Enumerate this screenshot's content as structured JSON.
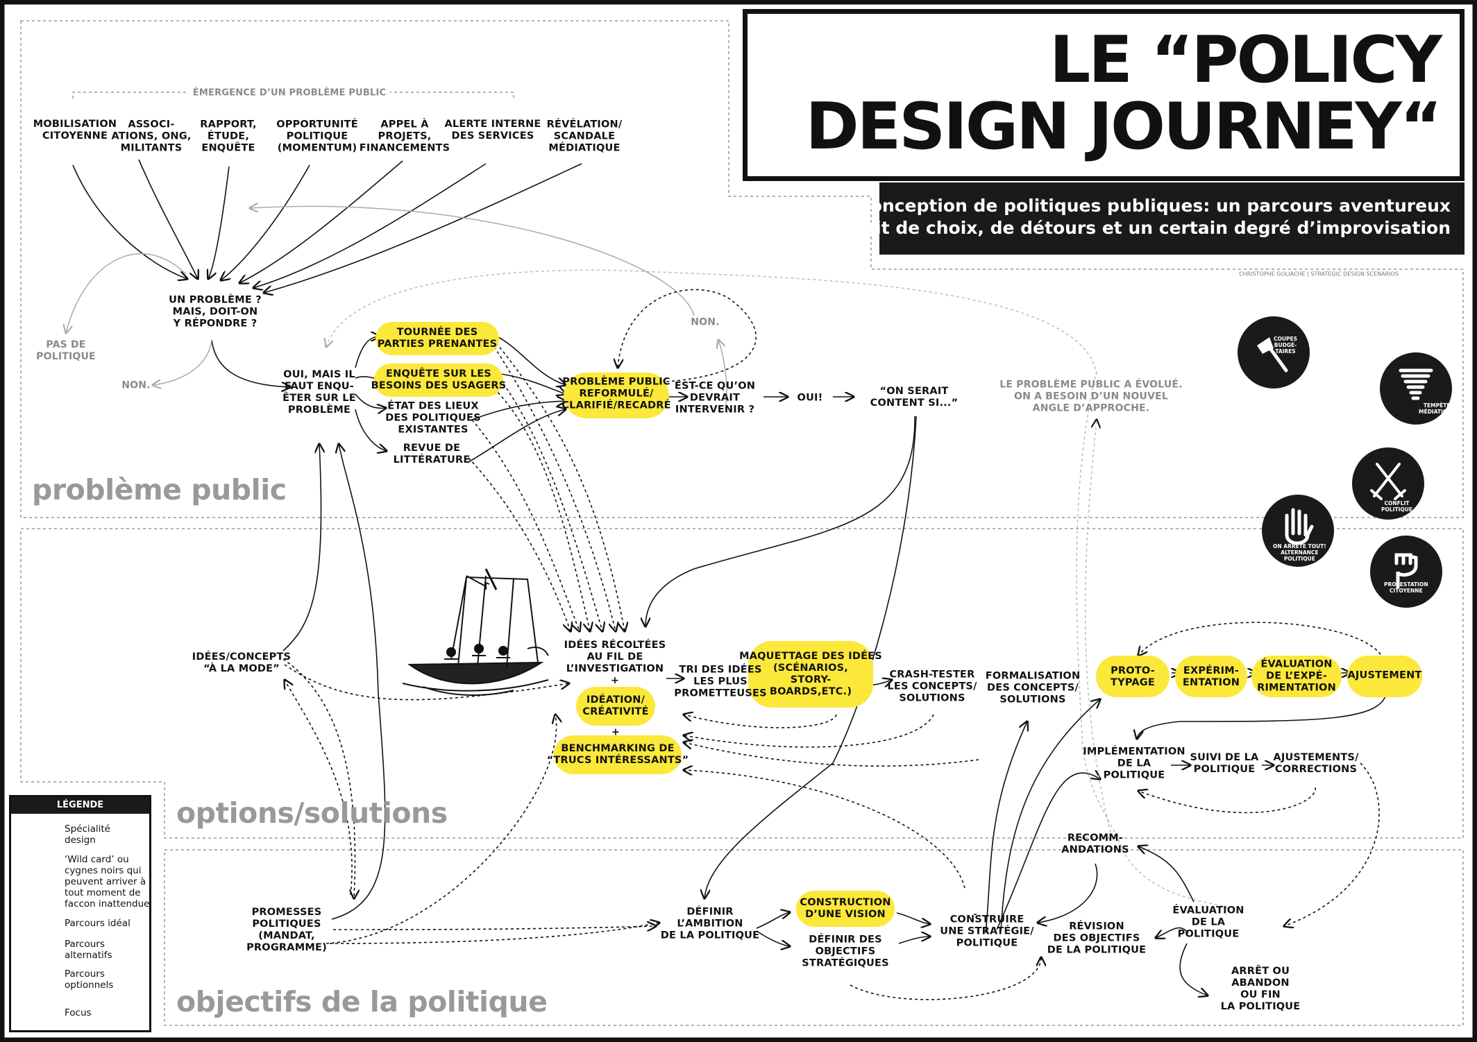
{
  "title": "LE “POLICY\nDESIGN JOURNEY“",
  "subtitle": "La conception de politiques publiques: un parcours aventureux\nfait de choix, de détours et un certain degré d’improvisation",
  "credit": "CHRISTOPHE GOLIACHE | STRATEGIC DESIGN SCENARIOS",
  "sections": {
    "probleme": "problème public",
    "options": "options/solutions",
    "objectifs": "objectifs de la politique"
  },
  "emergence": "ÉMERGENCE D’UN PROBLÈME PUBLIC",
  "sources": [
    "MOBILISATION\nCITOYENNE",
    "ASSOCI-\nATIONS, ONG,\nMILITANTS",
    "RAPPORT,\nÉTUDE,\nENQUÊTE",
    "OPPORTUNITÉ\nPOLITIQUE\n(MOMENTUM)",
    "APPEL À\nPROJETS,\nFINANCEMENTS",
    "ALERTE INTERNE\nDES SERVICES",
    "RÉVÉLATION/\nSCANDALE\nMÉDIATIQUE"
  ],
  "nodes": {
    "un_probleme": "UN PROBLÈME ?\nMAIS, DOIT-ON\nY RÉPONDRE ?",
    "pas_de_politique": "PAS DE\nPOLITIQUE",
    "non1": "NON.",
    "oui_mais": "OUI, MAIS IL\nFAUT ENQU-\nÊTER SUR LE\nPROBLÈME",
    "tournee": "TOURNÉE DES\nPARTIES PRENANTES",
    "enquete": "ENQUÊTE SUR LES\nBESOINS DES USAGERS",
    "etat": "ÉTAT DES LIEUX\nDES POLITIQUES\nEXISTANTES",
    "revue": "REVUE DE\nLITTÉRATURE",
    "reformule": "PROBLÈME PUBLIC\nREFORMULÉ/\nCLARIFIÉ/RECADRÉ",
    "est_ce": "EST-CE QU’ON\nDEVRAIT\nINTERVENIR ?",
    "non2": "NON.",
    "oui": "OUI!",
    "on_serait": "“ON SERAIT\nCONTENT SI...”",
    "evolue": "LE PROBLÈME PUBLIC A ÉVOLUÉ.\nON A BESOIN D’UN NOUVEL\nANGLE D’APPROCHE.",
    "idees_mode": "IDÉES/CONCEPTS\n“À LA MODE”",
    "idees_recoltees": "IDÉES RÉCOLTÉES\nAU FIL DE\nL’INVESTIGATION\n+",
    "ideation": "IDÉATION/\nCRÉATIVITÉ",
    "plus": "+",
    "benchmarking": "BENCHMARKING DE\n“TRUCS INTÉRESSANTS”",
    "tri": "TRI DES IDÉES\nLES PLUS\nPROMETTEUSES",
    "maquettage": "MAQUETTAGE DES IDÉES\n(SCÉNARIOS,\nSTORY-\nBOARDS,ETC.)",
    "crash": "CRASH-TESTER\nLES CONCEPTS/\nSOLUTIONS",
    "formalisation": "FORMALISATION\nDES CONCEPTS/\nSOLUTIONS",
    "prototypage": "PROTO-\nTYPAGE",
    "experimentation": "EXPÉRIM-\nENTATION",
    "evaluation_exp": "ÉVALUATION\nDE L’EXPÉ-\nRIMENTATION",
    "ajustement": "AJUSTEMENT",
    "implementation": "IMPLÉMENTATION\nDE LA\nPOLITIQUE",
    "suivi": "SUIVI DE LA\nPOLITIQUE",
    "ajustements": "AJUSTEMENTS/\nCORRECTIONS",
    "recommandations": "RECOMM-\nANDATIONS",
    "promesses": "PROMESSES\nPOLITIQUES\n(MANDAT,\nPROGRAMME)",
    "definir_ambition": "DÉFINIR\nL’AMBITION\nDE LA POLITIQUE",
    "construction_vision": "CONSTRUCTION\nD’UNE VISION",
    "definir_objectifs": "DÉFINIR DES\nOBJECTIFS\nSTRATÉGIQUES",
    "construire_strategie": "CONSTRUIRE\nUNE STRATÉGIE/\nPOLITIQUE",
    "revision": "RÉVISION\nDES OBJECTIFS\nDE LA POLITIQUE",
    "evaluation_pol": "ÉVALUATION\nDE LA\nPOLITIQUE",
    "arret": "ARRÊT OU\nABANDON\nOU FIN\nLA POLITIQUE"
  },
  "wild_cards": [
    {
      "label": "COUPES\nBUDGÉ-\nTAIRES",
      "icon": "axe-icon"
    },
    {
      "label": "TEMPÊTE\nMÉDIATIQUE",
      "icon": "tornado-icon"
    },
    {
      "label": "CONFLIT\nPOLITIQUE",
      "icon": "swords-icon"
    },
    {
      "label": "ON ARRÊTE TOUT!\nALTERNANCE\nPOLITIQUE",
      "icon": "stop-hand-icon"
    },
    {
      "label": "PROTESTATION\nCITOYENNE",
      "icon": "fist-icon"
    }
  ],
  "legend": {
    "title": "LÉGENDE",
    "items": [
      "Spécialité\ndesign",
      "‘Wild card’ ou\ncygnes noirs qui\npeuvent arriver à\ntout moment de\nfaccon inattendue",
      "Parcours idéal",
      "Parcours\nalternatifs",
      "Parcours\noptionnels",
      "Focus"
    ]
  },
  "colors": {
    "highlight": "#fbe83a",
    "ink": "#111111",
    "grey": "#999999",
    "dark": "#1a1a1a"
  }
}
